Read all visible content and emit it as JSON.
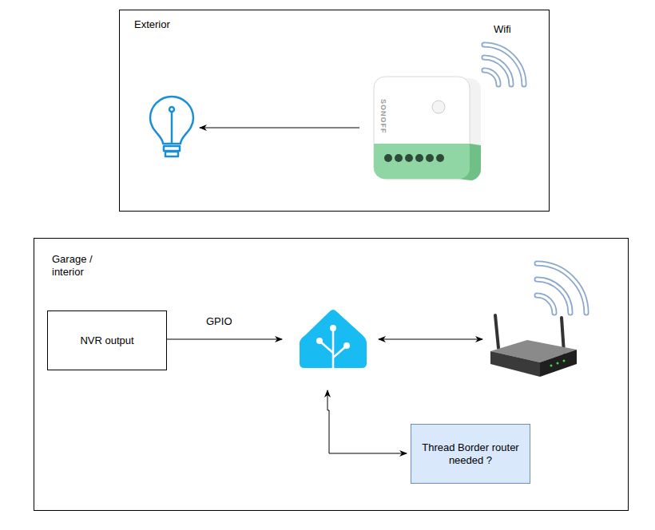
{
  "diagram": {
    "nodes": [
      {
        "text": [
          "Exterior"
        ]
      },
      {
        "text": [
          "Garage / interior"
        ]
      },
      {
        "text": [
          "NVR output"
        ],
        "in": 1
      },
      {
        "text": [
          "Thread Border router needed ?"
        ],
        "in": 1
      }
    ],
    "labels": [
      "Wifi",
      "GPIO",
      "SONOFF"
    ]
  }
}
